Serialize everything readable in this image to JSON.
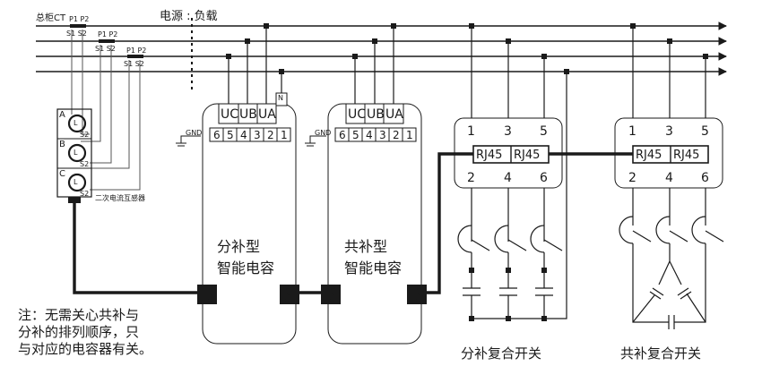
{
  "labels": {
    "ct_main": "总柜CT",
    "ct1_p": "P1 P2",
    "ct1_s": "S1 S2",
    "ct2_p": "P1 P2",
    "ct2_s": "S1 S2",
    "ct3_p": "P1 P2",
    "ct3_s": "S1 S2",
    "source_load": "电源 : 负载",
    "sensor_a": "A",
    "sensor_b": "B",
    "sensor_c": "C",
    "sensor_l": "L",
    "sensor_s2": "S2",
    "secondary_ct": "二次电流互感器",
    "gnd1": "GND",
    "gnd2": "GND",
    "n_terminal": "N"
  },
  "box1": {
    "phase_terms": [
      "UC",
      "UB",
      "UA"
    ],
    "numbers": [
      "6",
      "5",
      "4",
      "3",
      "2",
      "1"
    ],
    "title_line1": "分补型",
    "title_line2": "智能电容",
    "rj_left": "RJ45",
    "rj_right": "RJ45"
  },
  "box2": {
    "phase_terms": [
      "UC",
      "UB",
      "UA"
    ],
    "numbers": [
      "6",
      "5",
      "4",
      "3",
      "2",
      "1"
    ],
    "title_line1": "共补型",
    "title_line2": "智能电容",
    "rj_left": "RJ45",
    "rj_right": "RJ45"
  },
  "switch1": {
    "top_numbers": [
      "1",
      "3",
      "5"
    ],
    "bottom_numbers": [
      "2",
      "4",
      "6"
    ],
    "rj1": "RJ45",
    "rj2": "RJ45",
    "caption": "分补复合开关"
  },
  "switch2": {
    "top_numbers": [
      "1",
      "3",
      "5"
    ],
    "bottom_numbers": [
      "2",
      "4",
      "6"
    ],
    "rj1": "RJ45",
    "rj2": "RJ45",
    "caption": "共补复合开关"
  },
  "note": {
    "line1": "注：无需关心共补与",
    "line2": "分补的排列顺序，只",
    "line3": "与对应的电容器有关。"
  }
}
